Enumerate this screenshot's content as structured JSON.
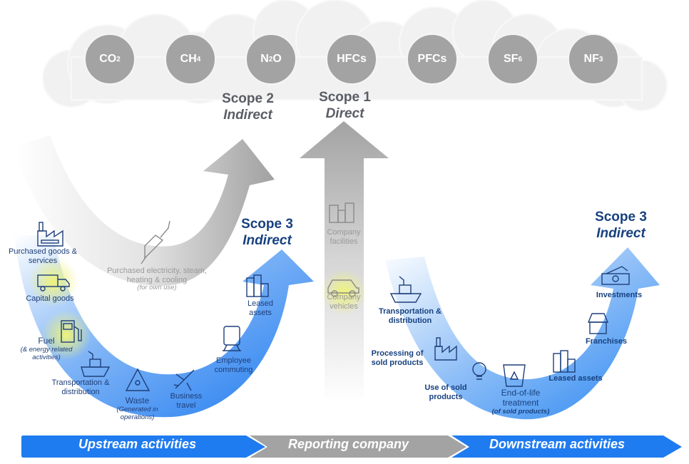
{
  "gases": [
    {
      "base": "CO",
      "sub": "2",
      "tail": ""
    },
    {
      "base": "CH",
      "sub": "4",
      "tail": ""
    },
    {
      "base": "N",
      "sub": "2",
      "tail": "O"
    },
    {
      "base": "HFCs",
      "sub": "",
      "tail": ""
    },
    {
      "base": "PFCs",
      "sub": "",
      "tail": ""
    },
    {
      "base": "SF",
      "sub": "6",
      "tail": ""
    },
    {
      "base": "NF",
      "sub": "3",
      "tail": ""
    }
  ],
  "scopes": {
    "scope2": {
      "title": "Scope 2",
      "subtitle": "Indirect"
    },
    "scope1": {
      "title": "Scope 1",
      "subtitle": "Direct"
    },
    "scope3_up": {
      "title": "Scope 3",
      "subtitle": "Indirect"
    },
    "scope3_down": {
      "title": "Scope 3",
      "subtitle": "Indirect"
    }
  },
  "scope2_item": {
    "line1": "Purchased electricity, steam,",
    "line2": "heating & cooling",
    "note": "(for own use)"
  },
  "scope1_items": [
    {
      "label1": "Company",
      "label2": "facilities"
    },
    {
      "label1": "Company",
      "label2": "vehicles"
    }
  ],
  "upstream_items": {
    "purchased_goods": {
      "l1": "Purchased goods &",
      "l2": "services"
    },
    "capital_goods": {
      "l1": "Capital goods"
    },
    "fuel": {
      "l1": "Fuel",
      "note1": "(& energy related",
      "note2": "activities)"
    },
    "transport": {
      "l1": "Transportation &",
      "l2": "distribution"
    },
    "waste": {
      "l1": "Waste",
      "note1": "(Generated in",
      "note2": "operations)"
    },
    "business_travel": {
      "l1": "Business",
      "l2": "travel"
    },
    "employee_commuting": {
      "l1": "Employee",
      "l2": "commuting"
    },
    "leased_assets": {
      "l1": "Leased",
      "l2": "assets"
    }
  },
  "downstream_items": {
    "transport": {
      "l1": "Transportation &",
      "l2": "distribution"
    },
    "processing": {
      "l1": "Processing of",
      "l2": "sold products"
    },
    "use": {
      "l1": "Use of sold",
      "l2": "products"
    },
    "end_of_life": {
      "l1": "End-of-life",
      "l2": "treatment",
      "note": "(of sold products)"
    },
    "leased_assets": {
      "l1": "Leased assets"
    },
    "franchises": {
      "l1": "Franchises"
    },
    "investments": {
      "l1": "Investments"
    }
  },
  "value_chain": {
    "upstream": "Upstream activities",
    "reporting": "Reporting company",
    "downstream": "Downstream activities"
  },
  "colors": {
    "blue": "#1f7bf0",
    "navy": "#17417f",
    "grey_arrow": "#a3a3a3",
    "highlight": "#eef37a"
  }
}
